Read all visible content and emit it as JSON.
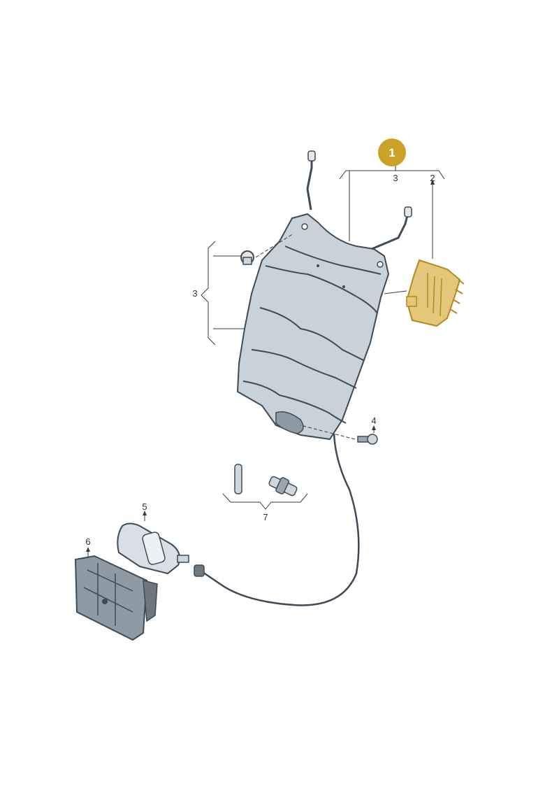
{
  "callouts": {
    "badge": "1",
    "label_2": "2",
    "label_3_top": "3",
    "label_3_left": "3",
    "label_4": "4",
    "label_5": "5",
    "label_6": "6",
    "label_7": "7"
  },
  "colors": {
    "badge_fill": "#c9a227",
    "highlight_part": "#e3c77a",
    "part_fill": "#c8d2da",
    "part_stroke": "#3e4a55"
  }
}
